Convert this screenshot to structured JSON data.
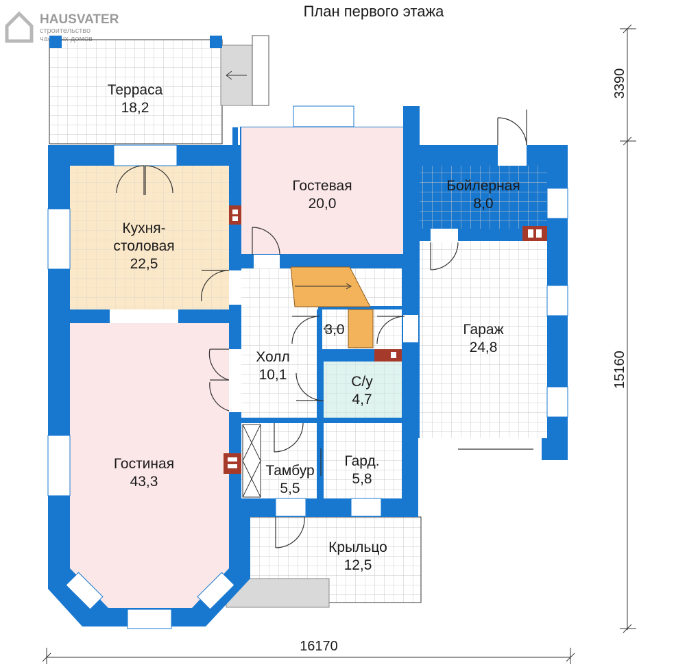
{
  "title": "План первого этажа",
  "brand": {
    "name": "HAUSVATER",
    "tagline": "строительство",
    "tagline2": "частных домов"
  },
  "rooms": {
    "terrace": {
      "name": "Терраса",
      "area": "18,2"
    },
    "guest": {
      "name": "Гостевая",
      "area": "20,0"
    },
    "boiler": {
      "name": "Бойлерная",
      "area": "8,0"
    },
    "kitchen": {
      "name1": "Кухня-",
      "name2": "столовая",
      "area": "22,5"
    },
    "garage": {
      "name": "Гараж",
      "area": "24,8"
    },
    "hall": {
      "name": "Холл",
      "area": "10,1"
    },
    "storage": {
      "area": "3,0"
    },
    "wc": {
      "name": "С/у",
      "area": "4,7"
    },
    "living": {
      "name": "Гостиная",
      "area": "43,3"
    },
    "vestibule": {
      "name": "Тамбур",
      "area": "5,5"
    },
    "wardrobe": {
      "name": "Гард.",
      "area": "5,8"
    },
    "porch": {
      "name": "Крыльцо",
      "area": "12,5"
    }
  },
  "dimensions": {
    "width": "16170",
    "height_top": "3390",
    "height_main": "15160"
  },
  "colors": {
    "wall": "#1878d0",
    "kitchen": "#fbe8c8",
    "pink": "#fbe6e8",
    "wc": "#dff3ef",
    "stairs": "#f2b35a",
    "grid": "#c9c9c9",
    "brick": "#a63a2a"
  }
}
